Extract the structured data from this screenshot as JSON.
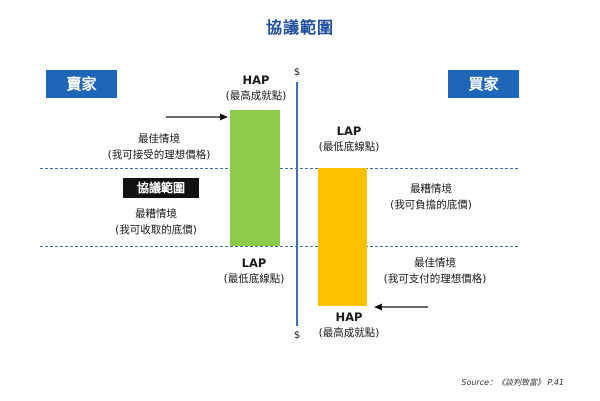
{
  "title": "協議範圍",
  "seller": {
    "label": "賣家",
    "hap_head": "HAP",
    "hap_text": "(最高成就點)",
    "best_head": "最佳情境",
    "best_text": "(我可接受的理想價格)",
    "worst_head": "最糟情境",
    "worst_text": "(我可收取的底價)",
    "lap_head": "LAP",
    "lap_text": "(最低底線點)"
  },
  "buyer": {
    "label": "買家",
    "lap_head": "LAP",
    "lap_text": "(最低底線點)",
    "worst_head": "最糟情境",
    "worst_text": "(我可負擔的底價)",
    "best_head": "最佳情境",
    "best_text": "(我可支付的理想價格)",
    "hap_head": "HAP",
    "hap_text": "(最高成就點)"
  },
  "zone_label": "協議範圍",
  "axis": {
    "top_symbol": "$",
    "bottom_symbol": "$"
  },
  "source": "Source：《談判致富》 P.41",
  "colors": {
    "title": "#1f4e9e",
    "party_box": "#1e66b8",
    "axis": "#3f6fb8",
    "seller_bar": "#8dcc48",
    "buyer_bar": "#ffc000",
    "zone_badge": "#111111"
  }
}
